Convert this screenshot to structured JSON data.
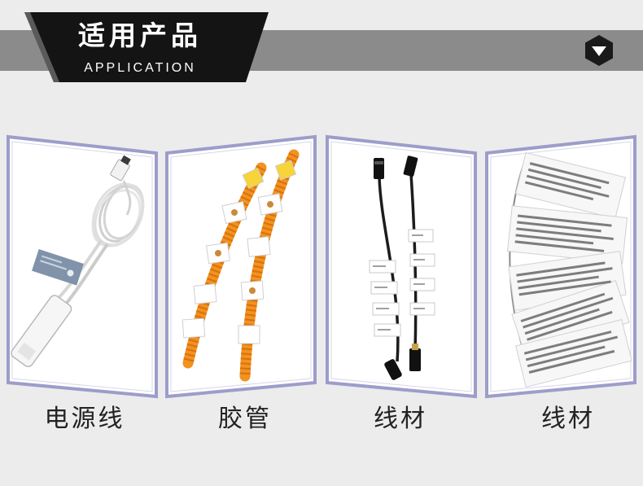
{
  "header": {
    "title": "适用产品",
    "subtitle": "APPLICATION",
    "toggle_icon": "chevron-down-icon"
  },
  "products": [
    {
      "label": "电源线"
    },
    {
      "label": "胶管"
    },
    {
      "label": "线材"
    },
    {
      "label": "线材"
    }
  ],
  "colors": {
    "background": "#ececec",
    "band": "#8b8b8b",
    "banner": "#141414",
    "frame": "#9d9dca",
    "label_text": "#222222"
  }
}
